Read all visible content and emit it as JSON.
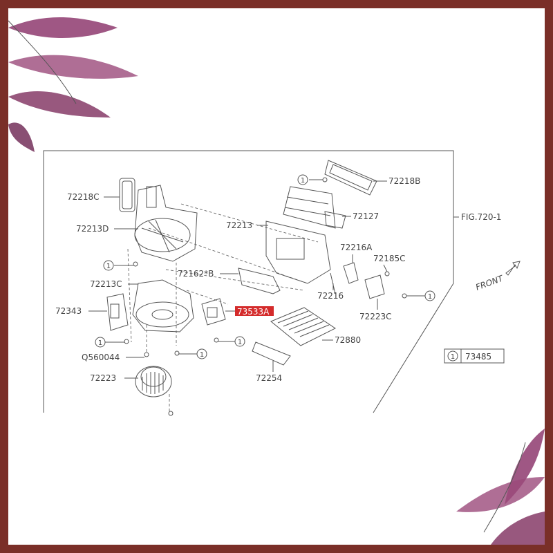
{
  "labels": {
    "p72218c": "72218C",
    "p72213d": "72213D",
    "p72213c": "72213C",
    "p72343": "72343",
    "q560044": "Q560044",
    "p72223": "72223",
    "p72162b": "72162*B",
    "p73533a": "73533A",
    "p72213": "72213",
    "p72218b": "72218B",
    "p72127": "72127",
    "p72216a": "72216A",
    "p72185c": "72185C",
    "p72216": "72216",
    "p72223c": "72223C",
    "p72880": "72880",
    "p72254": "72254",
    "fig": "FIG.720-1",
    "front": "FRONT"
  },
  "callout": {
    "number": "1",
    "legend_code": "73485"
  },
  "colors": {
    "highlight": "#d42b2b",
    "frame": "#7a2f28",
    "leaf": "#8e3a6e"
  }
}
